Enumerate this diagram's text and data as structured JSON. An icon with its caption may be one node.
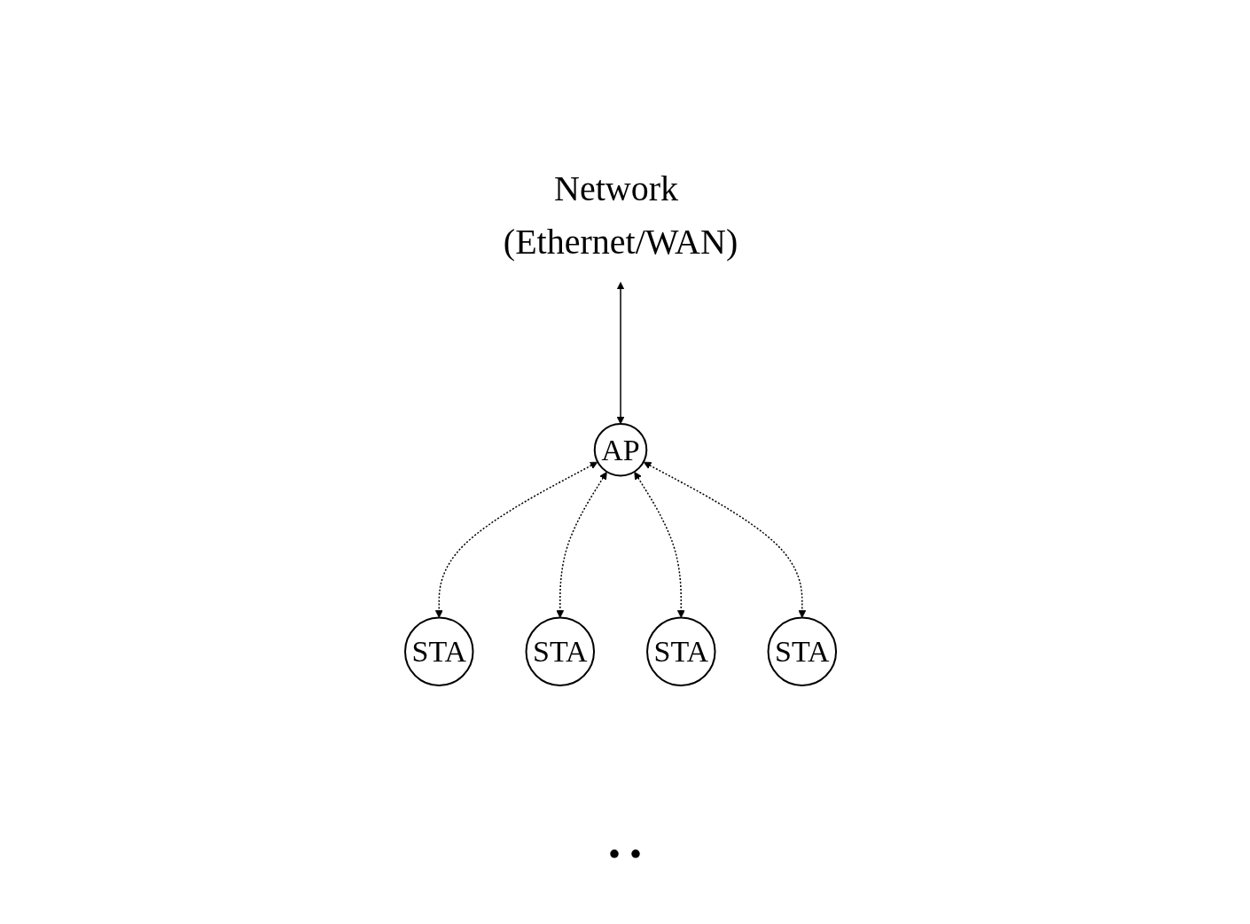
{
  "diagram": {
    "nodes": [
      {
        "text": [
          "Network (Ethernet/WAN)"
        ]
      },
      {
        "text": [
          "AP"
        ]
      },
      {
        "text": [
          "STA"
        ]
      },
      {
        "text": [
          "STA"
        ]
      },
      {
        "text": [
          "STA"
        ]
      },
      {
        "text": [
          "STA"
        ]
      }
    ],
    "edges": [
      {
        "from": 0,
        "to": 1,
        "arrow": "both"
      },
      {
        "from": 1,
        "to": 2,
        "arrow": "both",
        "style": "dashed"
      },
      {
        "from": 1,
        "to": 3,
        "arrow": "both",
        "style": "dashed"
      },
      {
        "from": 1,
        "to": 4,
        "arrow": "both",
        "style": "dashed"
      },
      {
        "from": 1,
        "to": 5,
        "arrow": "both",
        "style": "dashed"
      }
    ],
    "labels": [
      "• •"
    ]
  }
}
